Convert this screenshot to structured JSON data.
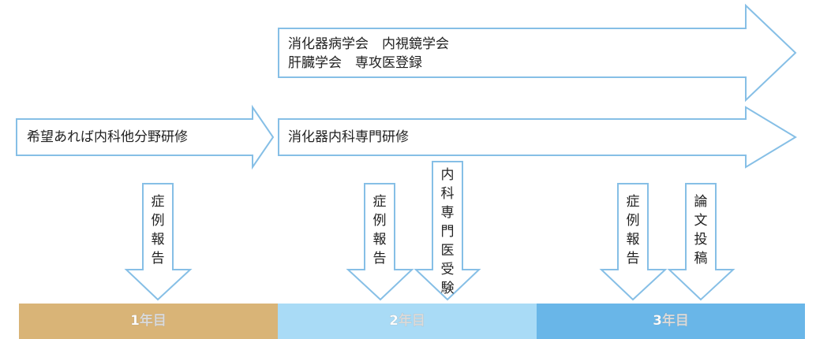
{
  "top_arrow": {
    "line1": "消化器病学会　内視鏡学会",
    "line2": "肝臓学会　専攻医登録"
  },
  "left_arrow": {
    "label": "希望あれば内科他分野研修"
  },
  "mid_arrow": {
    "label": "消化器内科専門研修"
  },
  "down_arrows": [
    {
      "label": "症例報告"
    },
    {
      "label": "症例報告"
    },
    {
      "label": "内科専門医受験"
    },
    {
      "label": "症例報告"
    },
    {
      "label": "論文投稿"
    }
  ],
  "timeline": [
    {
      "label": "1年目",
      "color": "#d9b477"
    },
    {
      "label": "2年目",
      "color": "#a9dbf6"
    },
    {
      "label": "3年目",
      "color": "#69b6e8"
    }
  ],
  "arrow_stroke": "#86bfe6"
}
